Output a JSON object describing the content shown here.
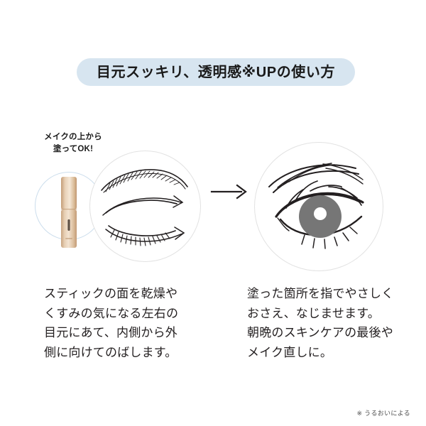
{
  "page": {
    "background_color": "#ffffff",
    "text_color": "#231f20"
  },
  "title": {
    "text": "目元スッキリ、透明感※UPの使い方",
    "pill_color": "#d7e5f0"
  },
  "illustration": {
    "stick_callout": {
      "line1": "メイクの上から",
      "line2": "塗ってOK!"
    },
    "stick": {
      "name": "cosmetic-stick",
      "body_color": "#d9bb9a",
      "highlight_color": "#f0ddc8",
      "window_color": "#6b5b4e"
    },
    "step_arrow": {
      "direction": "right",
      "color": "#231f20"
    },
    "closed_eye": {
      "name": "closed-eye-with-outward-arrows",
      "line_color": "#231f20",
      "circle_border": "#e2e2e2"
    },
    "open_eye": {
      "name": "open-eye-bright",
      "line_color": "#231f20",
      "iris_color": "#767676",
      "pupil_color": "#ffffff",
      "circle_border": "#e2e2e2"
    },
    "stick_circle_border": "#cbddec"
  },
  "steps": {
    "left": {
      "lines": [
        "スティックの面を乾燥や",
        "くすみの気になる左右の",
        "目元にあて、内側から外",
        "側に向けてのばします。"
      ]
    },
    "right": {
      "lines": [
        "塗った箇所を指でやさしく",
        "おさえ、なじませます。",
        "朝晩のスキンケアの最後や",
        "メイク直しに。"
      ]
    }
  },
  "footnote": {
    "text": "※ うるおいによる"
  }
}
